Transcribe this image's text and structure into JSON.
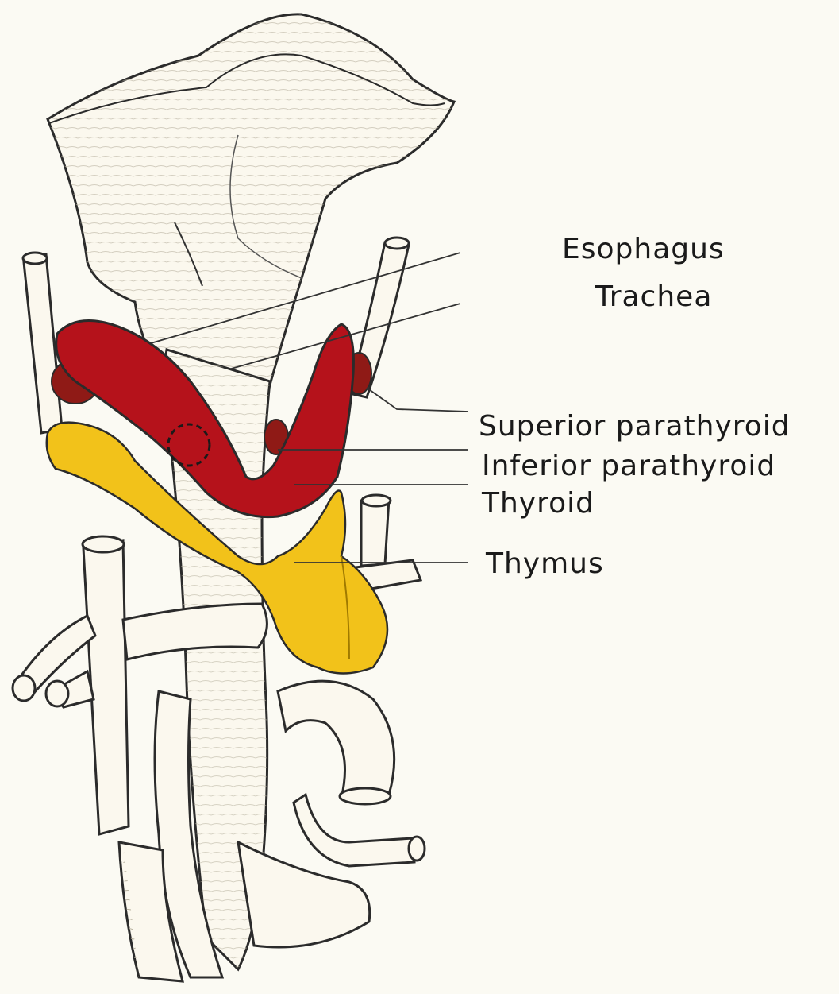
{
  "labels": {
    "esophagus": "Esophagus",
    "trachea": "Trachea",
    "superior_parathyroid": "Superior parathyroid",
    "inferior_parathyroid": "Inferior parathyroid",
    "thyroid": "Thyroid",
    "thymus": "Thymus"
  },
  "colors": {
    "background": "#fbfaf3",
    "tissue": "#fbf8ee",
    "outline": "#2b2b2b",
    "thyroid": "#b5121b",
    "parathyroid": "#8f1a16",
    "thymus": "#f2c21a"
  }
}
